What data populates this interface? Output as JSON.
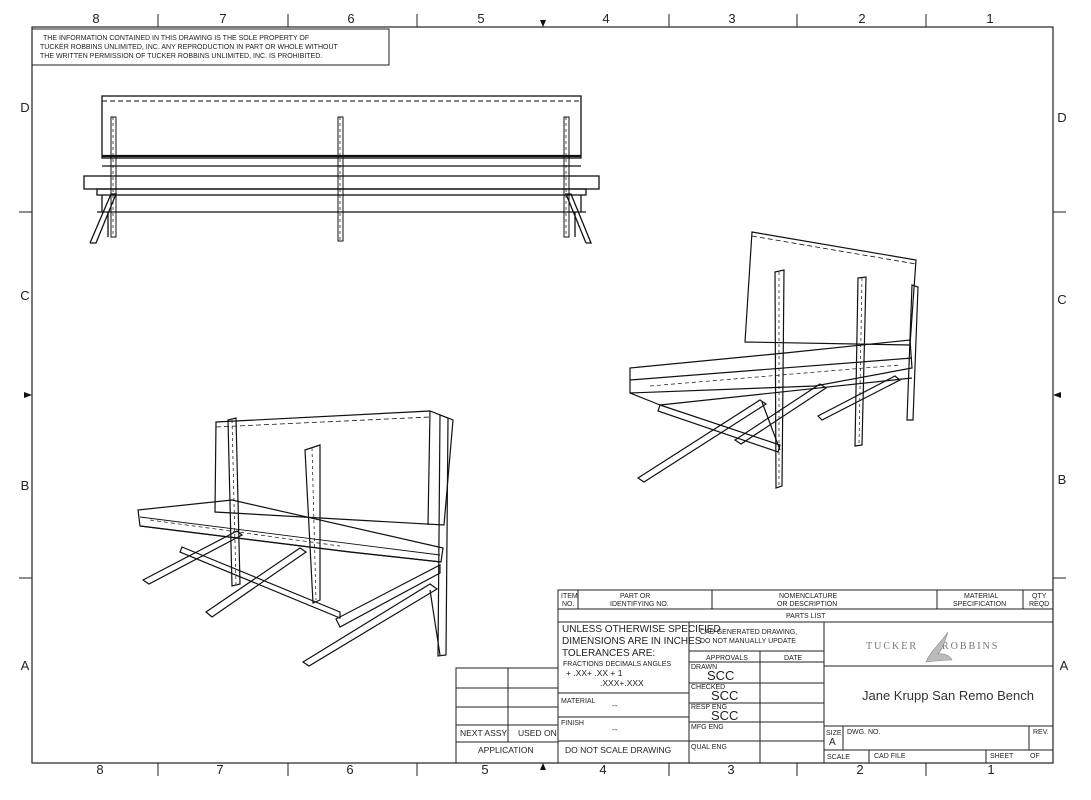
{
  "border": {
    "columns": [
      "8",
      "7",
      "6",
      "5",
      "4",
      "3",
      "2",
      "1"
    ],
    "rows": [
      "D",
      "C",
      "B",
      "A"
    ]
  },
  "notice": {
    "line1": "THE INFORMATION CONTAINED IN THIS DRAWING IS THE SOLE PROPERTY OF",
    "line2": "TUCKER ROBBINS UNLIMITED, INC. ANY REPRODUCTION IN PART OR WHOLE WITHOUT",
    "line3": "THE WRITTEN PERMISSION OF TUCKER ROBBINS UNLIMITED, INC. IS PROHIBITED."
  },
  "parts_list": {
    "item": "ITEM",
    "no": "NO.",
    "part_or": "PART  OR",
    "identifying_no": "IDENTIFYING NO.",
    "nomenclature": "NOMENCLATURE",
    "or_description": "OR DESCRIPTION",
    "material": "MATERIAL",
    "specification": "SPECIFICATION",
    "qty": "QTY",
    "reqd": "REQD",
    "title": "PARTS  LIST"
  },
  "tolerances": {
    "line1": "UNLESS OTHERWISE SPECIFIED",
    "line2": "DIMENSIONS ARE IN INCHES",
    "line3": "TOLERANCES ARE:",
    "headers": "FRACTIONS  DECIMALS  ANGLES",
    "values": "+          .XX+  .XX      + 1",
    "values2": ".XXX+.XXX",
    "material_label": "MATERIAL",
    "material_value": "--",
    "finish_label": "FINISH",
    "finish_value": "--",
    "no_scale": "DO  NOT  SCALE  DRAWING"
  },
  "approvals": {
    "cad_line1": "CAD GENERATED DRAWING,",
    "cad_line2": "DO  NOT  MANUALLY  UPDATE",
    "approvals_label": "APPROVALS",
    "date_label": "DATE",
    "drawn_label": "DRAWN",
    "drawn_value": "SCC",
    "checked_label": "CHECKED",
    "checked_value": "SCC",
    "resp_eng_label": "RESP ENG",
    "resp_eng_value": "SCC",
    "mfg_eng_label": "MFG ENG",
    "qual_eng_label": "QUAL ENG"
  },
  "title_block": {
    "logo_text_left": "TUCKER",
    "logo_text_right": "ROBBINS",
    "title": "Jane Krupp San Remo Bench",
    "size_label": "SIZE",
    "size_value": "A",
    "dwg_no_label": "DWG.  NO.",
    "rev_label": "REV.",
    "scale_label": "SCALE",
    "cad_file_label": "CAD  FILE",
    "sheet_label": "SHEET",
    "of_label": "OF"
  },
  "assy": {
    "next_assy": "NEXT ASSY",
    "used_on": "USED ON",
    "application": "APPLICATION"
  }
}
